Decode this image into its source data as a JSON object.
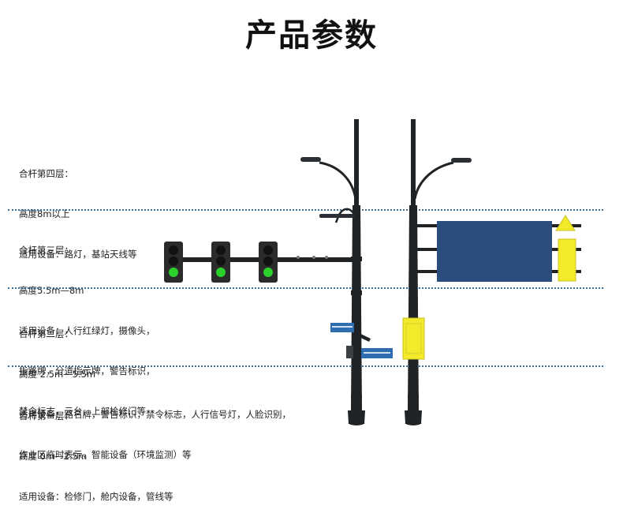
{
  "title": "产品参数",
  "layers": [
    {
      "lines": [
        "合杆第四层：",
        "高度8m以上",
        "适用设备：路灯，基站天线等"
      ]
    },
    {
      "lines": [
        "合杆第三层：",
        "高度5.5m—8m",
        "适用设备：人行红绿灯，摄像头，",
        "指路牌，分道指示牌，警告标识，",
        "禁令标志，云台，上部检修门等"
      ]
    },
    {
      "lines": [
        "合杆第二层：",
        "高度 2.5m—5.5m",
        "适用设备：路名牌，警告标识，禁令标志，人行信号灯，人脸识别，",
        "作业区临时表示，智能设备（环境监测）等"
      ]
    },
    {
      "lines": [
        "合杆第一层：",
        "高度 0m—2.5m",
        "适用设备：检修门，舱内设备，管线等"
      ]
    }
  ],
  "colors": {
    "pole": "#1f2326",
    "divider": "#3a6f9a",
    "signal_green": "#2bd12b",
    "signal_off": "#2b2b2b",
    "sign_blue": "#2a4d7e",
    "street_sign": "#2f6db0",
    "yellow_box": "#f2ea2a"
  }
}
